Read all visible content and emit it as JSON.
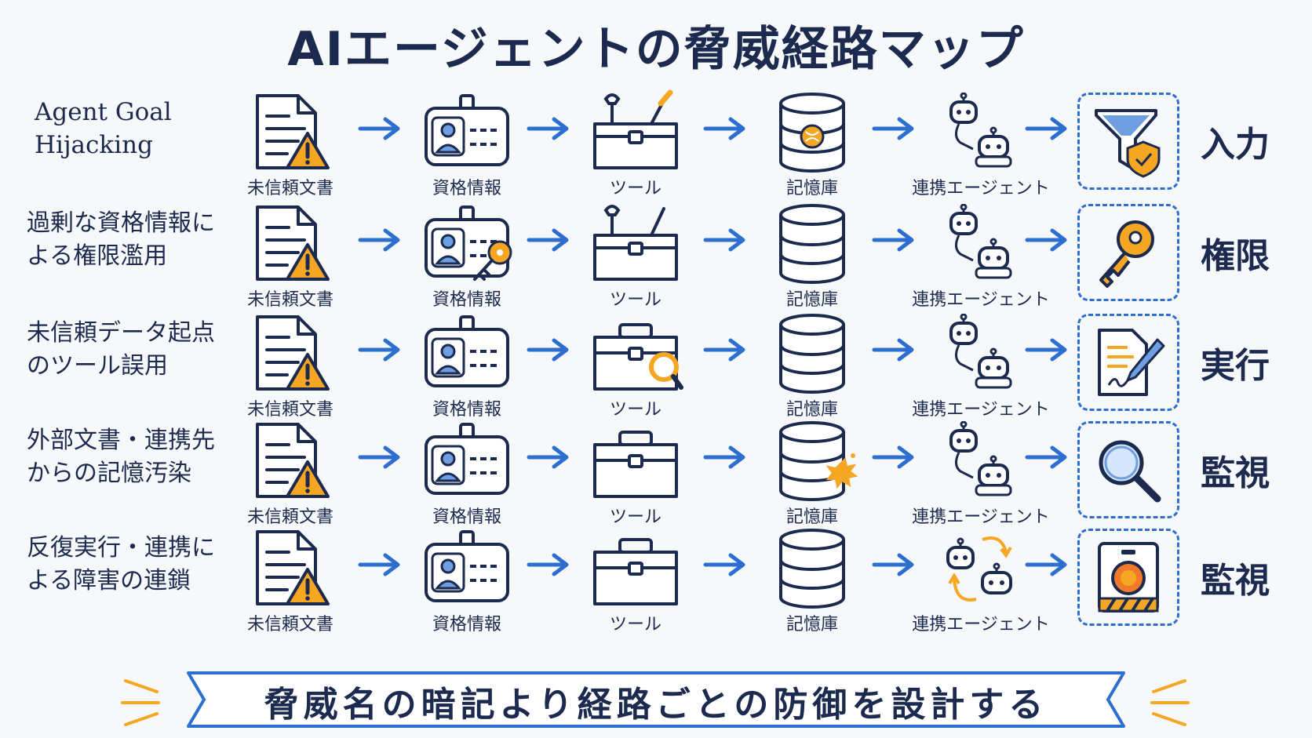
{
  "title": "AIエージェントの脅威経路マップ",
  "stage_labels": [
    "未信頼文書",
    "資格情報",
    "ツール",
    "記憶庫",
    "連携エージェント"
  ],
  "rows": [
    {
      "label": "Agent Goal Hijacking",
      "defense": "入力",
      "defense_icon": "filter-shield-icon"
    },
    {
      "label": "過剰な資格情報による権限濫用",
      "defense": "権限",
      "defense_icon": "key-icon"
    },
    {
      "label": "未信頼データ起点のツール誤用",
      "defense": "実行",
      "defense_icon": "document-pen-icon"
    },
    {
      "label": "外部文書・連携先からの記憶汚染",
      "defense": "監視",
      "defense_icon": "magnifier-icon"
    },
    {
      "label": "反復実行・連携による障害の連鎖",
      "defense": "監視",
      "defense_icon": "emergency-stop-icon"
    }
  ],
  "banner": "脅威名の暗記より経路ごとの防御を設計する",
  "colors": {
    "navy": "#1b2a4e",
    "blue": "#2c6fd1",
    "orange": "#f5a623"
  }
}
